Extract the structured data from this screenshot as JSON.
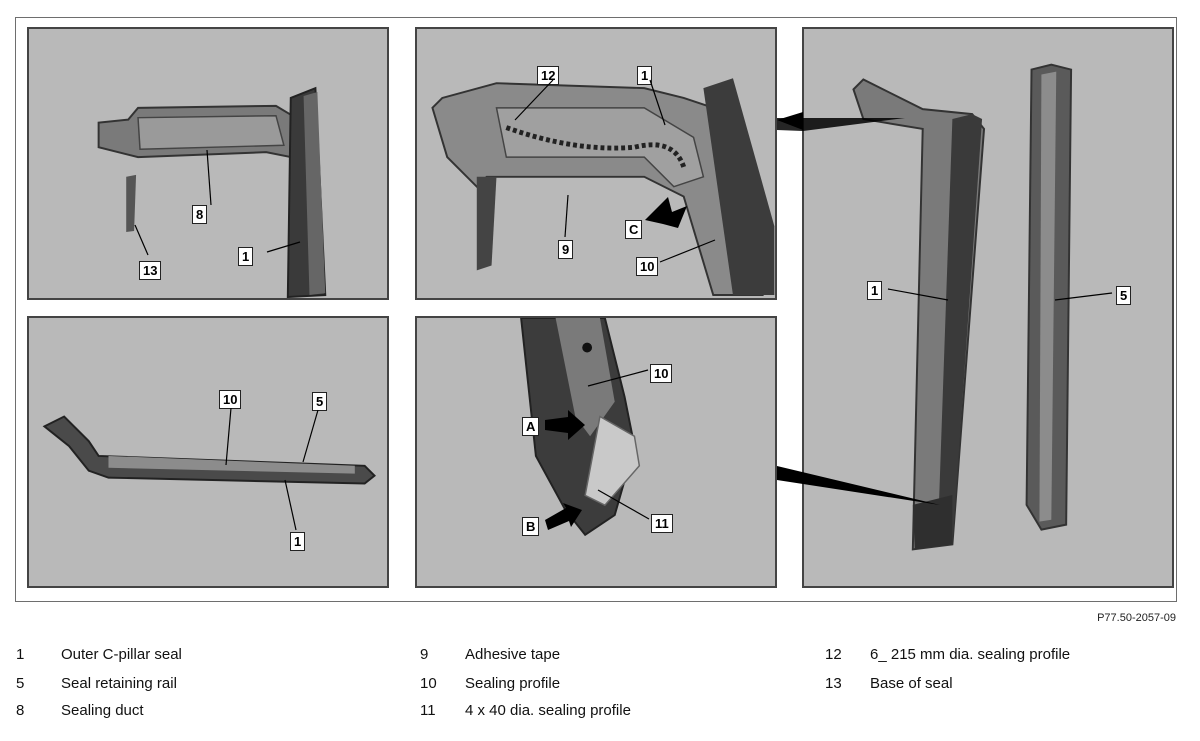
{
  "figure_ref": "P77.50-2057-09",
  "panels": {
    "p1": {
      "callouts": [
        "8",
        "1",
        "13"
      ]
    },
    "p2": {
      "callouts": [
        "12",
        "1",
        "C",
        "9",
        "10"
      ]
    },
    "p3": {
      "callouts": [
        "1",
        "5"
      ]
    },
    "p4": {
      "callouts": [
        "10",
        "5",
        "1"
      ]
    },
    "p5": {
      "callouts": [
        "10",
        "A",
        "B",
        "11"
      ]
    }
  },
  "legend": [
    {
      "num": "1",
      "text": "Outer C-pillar seal"
    },
    {
      "num": "5",
      "text": "Seal retaining rail"
    },
    {
      "num": "8",
      "text": "Sealing duct"
    },
    {
      "num": "9",
      "text": "Adhesive tape"
    },
    {
      "num": "10",
      "text": "Sealing profile"
    },
    {
      "num": "11",
      "text": "4 x 40 dia. sealing profile"
    },
    {
      "num": "12",
      "text": "6_ 215 mm dia. sealing profile"
    },
    {
      "num": "13",
      "text": "Base of seal"
    }
  ]
}
